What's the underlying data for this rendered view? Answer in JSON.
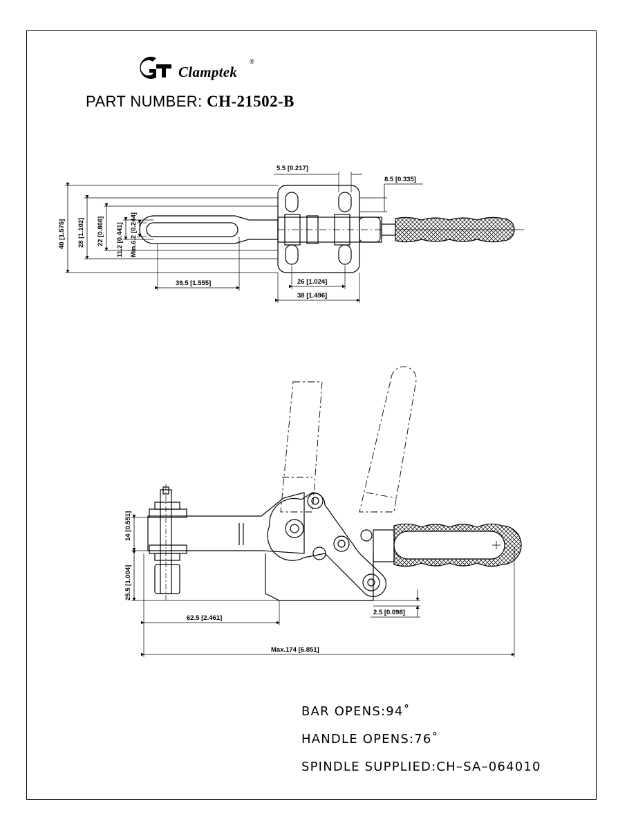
{
  "brand": {
    "name": "Clamptek",
    "registered_mark": "®",
    "logo_icon": "clamptek-logo-icon"
  },
  "part": {
    "label": "PART NUMBER:",
    "number": "CH-21502-B"
  },
  "top_view_dims": {
    "d_5_5": "5.5 [0.217]",
    "d_8_5": "8.5 [0.335]",
    "d_40": "40 [1.575]",
    "d_28": "28 [1.102]",
    "d_22": "22 [0.866]",
    "d_11_2": "11.2 [0.441]",
    "d_min_6_2": "Min.6.2 [0.244]",
    "d_39_5": "39.5 [1.555]",
    "d_26": "26 [1.024]",
    "d_38": "38 [1.496]"
  },
  "side_view_dims": {
    "d_14": "14 [0.551]",
    "d_25_5": "25.5 [1.004]",
    "d_62_5": "62.5 [2.461]",
    "d_2_5": "2.5 [0.098]",
    "d_max_174": "Max.174 [6.851]"
  },
  "notes": [
    "BAR OPENS:94˚",
    "HANDLE OPENS:76˚",
    "SPINDLE SUPPLIED:CH–SA–064010"
  ]
}
